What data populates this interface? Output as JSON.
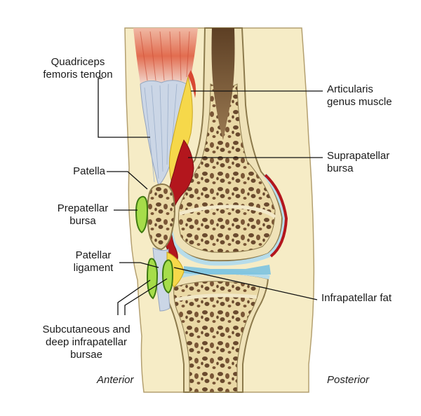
{
  "labels": {
    "quadriceps": [
      "Quadriceps",
      "femoris tendon"
    ],
    "articularis": [
      "Articularis",
      "genus muscle"
    ],
    "suprapatellar": [
      "Suprapatellar",
      "bursa"
    ],
    "patella": "Patella",
    "prepatellar": [
      "Prepatellar",
      "bursa"
    ],
    "patellar_ligament": [
      "Patellar",
      "ligament"
    ],
    "infrapatellar_fat": "Infrapatellar fat",
    "infrapatellar_bursae": [
      "Subcutaneous and",
      "deep infrapatellar",
      "bursae"
    ],
    "anterior": "Anterior",
    "posterior": "Posterior"
  },
  "colors": {
    "skin": "#f6ecc6",
    "bone_spongy": "#e8d6a2",
    "bone_cortex": "#efe4c0",
    "marrow": "#7a5a3a",
    "cartilage": "#b6dcea",
    "bursa": "#b3161d",
    "muscle": "#e06a4a",
    "tendon": "#cbd6e6",
    "fat": "#f6d84a",
    "small_bursa": "#7ecb2e",
    "leader_line": "#111111"
  }
}
